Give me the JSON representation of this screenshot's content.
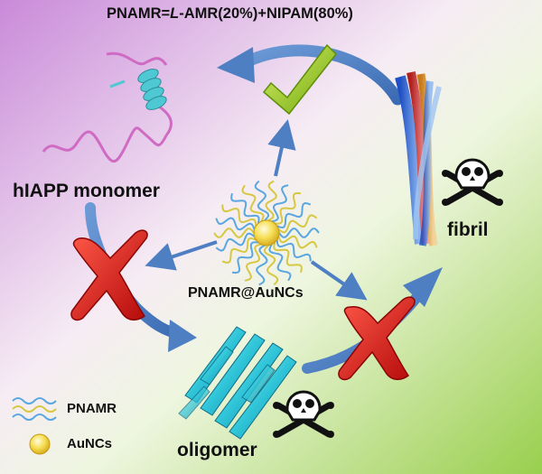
{
  "title": {
    "prefix": "PNAMR=",
    "italic": "L",
    "rest": "-AMR(20%)+NIPAM(80%)"
  },
  "labels": {
    "monomer": "hIAPP monomer",
    "fibril": "fibril",
    "center": "PNAMR@AuNCs",
    "oligomer": "oligomer"
  },
  "legend": {
    "polymer": "PNAMR",
    "gold": "AuNCs"
  },
  "colors": {
    "arrow": "#4f7fc3",
    "check": "#9ccc2a",
    "cross": "#e01b1b",
    "gold": "#f3d435",
    "polymer_blue": "#5aa7e0",
    "polymer_yellow": "#d7c843",
    "helix": "#4ec9d4",
    "coil": "#d06bc3"
  }
}
